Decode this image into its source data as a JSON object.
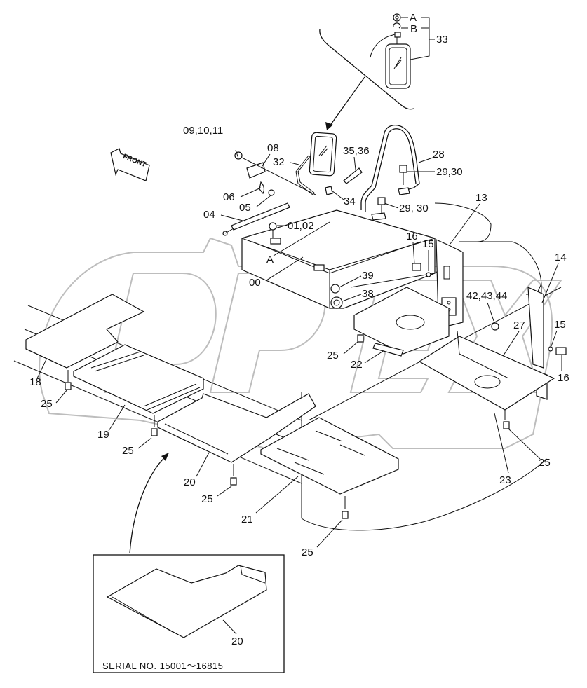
{
  "diagram": {
    "type": "exploded-parts-diagram",
    "watermark": "OPEX",
    "direction_indicator": "FRONT",
    "inset": {
      "caption": "SERIAL  NO.  15001～16815",
      "part_label": "20"
    },
    "callouts": {
      "c33": "33",
      "cA_top": "A",
      "cB_top": "B",
      "c09": "09,10,11",
      "c08": "08",
      "c32": "32",
      "c35": "35,36",
      "c28": "28",
      "c29a": "29,30",
      "c29b": "29, 30",
      "c34": "34",
      "c06": "06",
      "c05": "05",
      "c04": "04",
      "c01": "01,02",
      "cA": "A",
      "c00": "00",
      "c13": "13",
      "c16a": "16",
      "c15a": "15",
      "c39": "39",
      "c38": "38",
      "c14": "14",
      "c42": "42,43,44",
      "c27": "27",
      "c15b": "15",
      "c16b": "16",
      "c25a": "25",
      "c22": "22",
      "c18": "18",
      "c25b": "25",
      "c19": "19",
      "c25c": "25",
      "c20": "20",
      "c25d": "25",
      "c21": "21",
      "c25e": "25",
      "c23": "23",
      "c25f": "25"
    }
  }
}
